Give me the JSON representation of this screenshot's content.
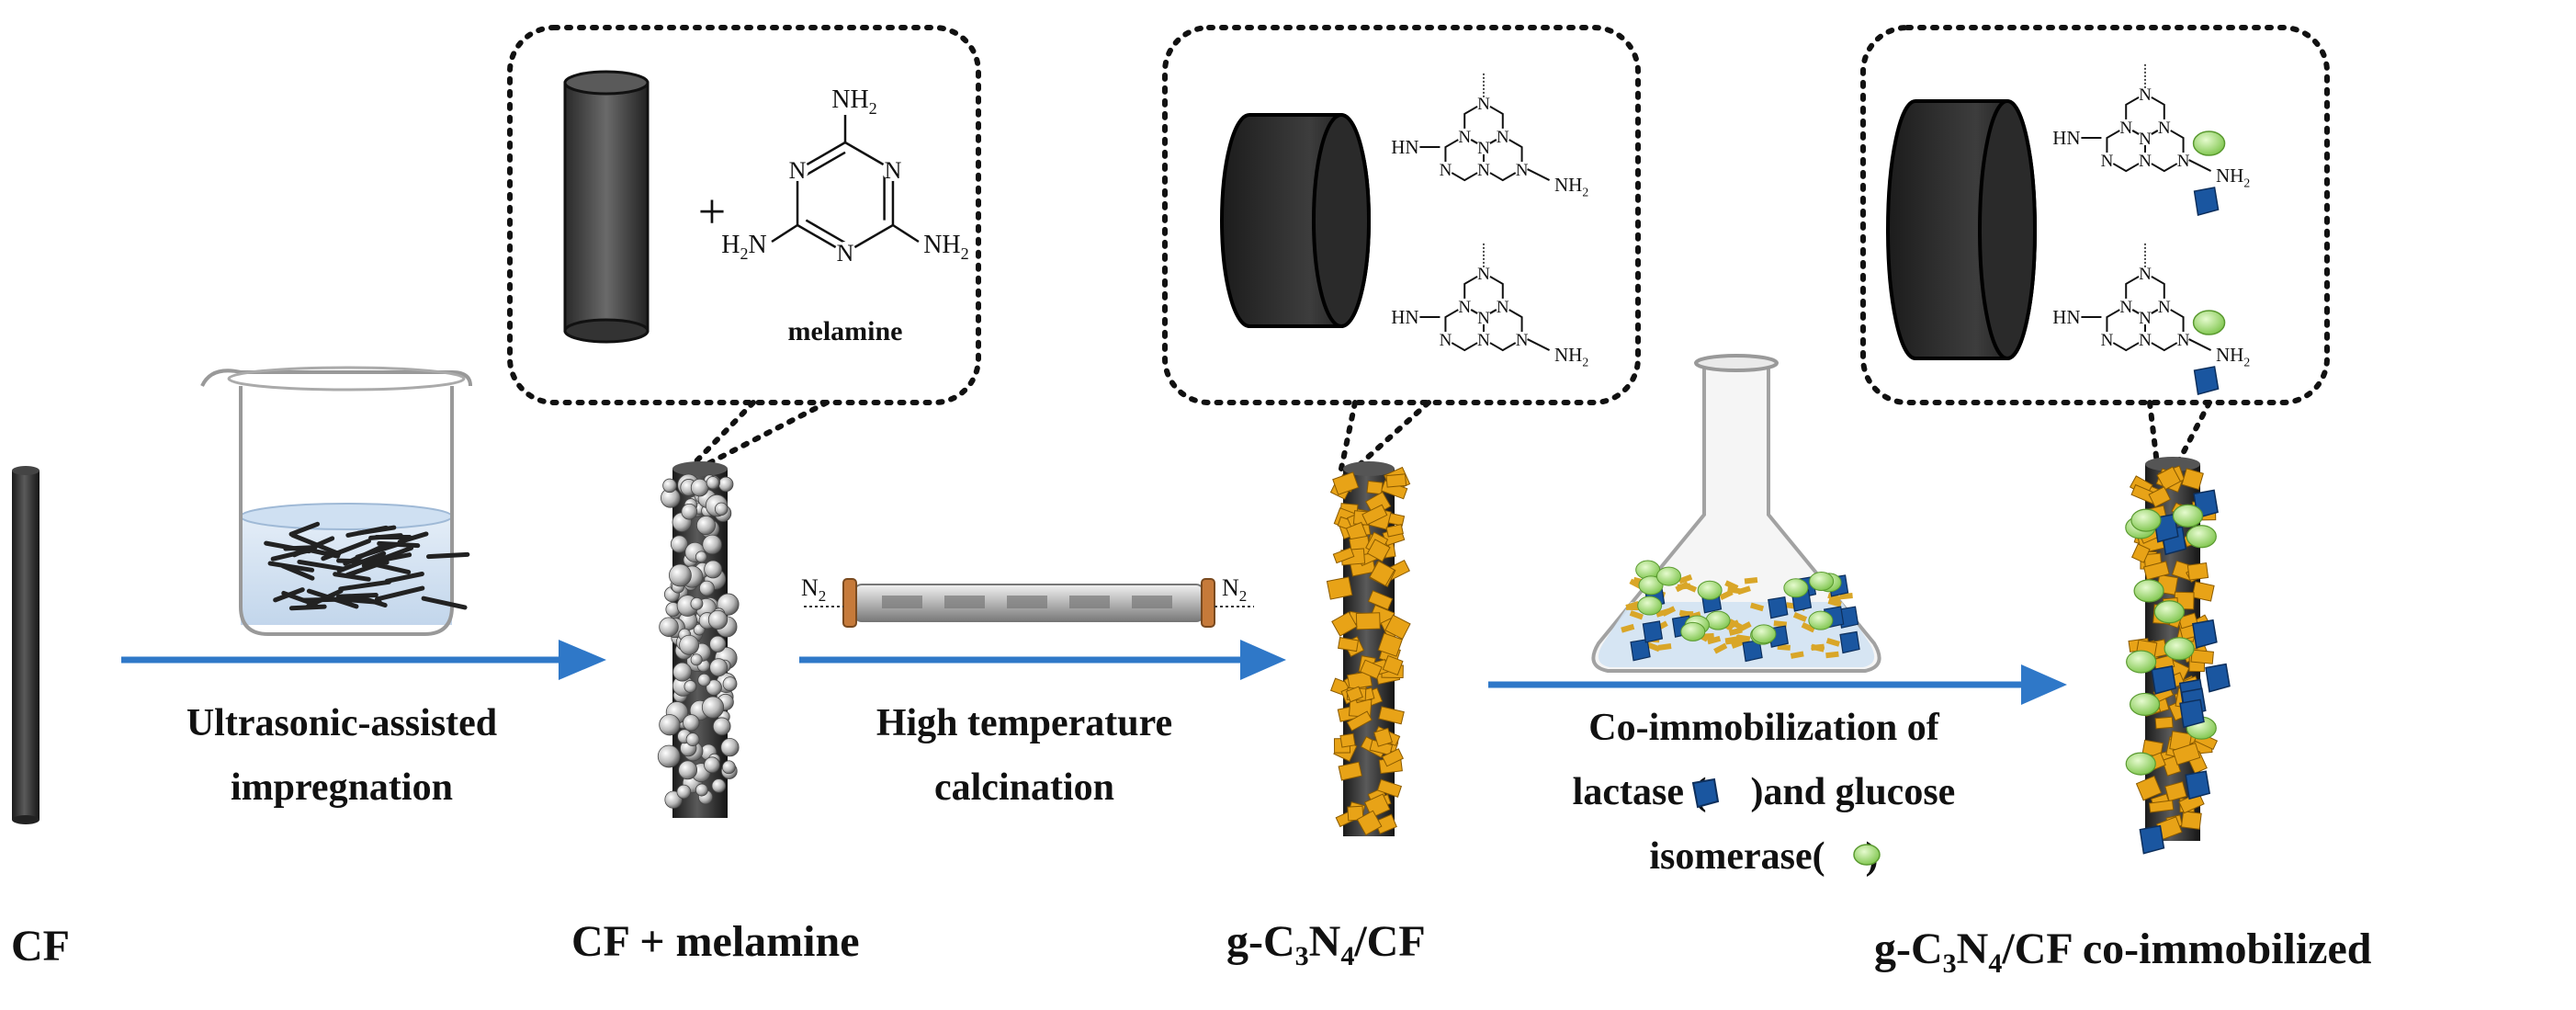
{
  "stages": {
    "cf": "CF",
    "cf_melamine": "CF + melamine",
    "gcn_prefix": "g-C",
    "gcn_sub3": "3",
    "gcn_n": "N",
    "gcn_sub4": "4",
    "gcn_suffix": "/CF",
    "gcn_coimm_suffix": "/CF co-immobilized"
  },
  "steps": {
    "step1_line1": "Ultrasonic-assisted",
    "step1_line2": "impregnation",
    "step2_line1": "High temperature",
    "step2_line2": "calcination",
    "step3_line1": "Co-immobilization of",
    "step3_line2a": "lactase (",
    "step3_line2b": ")and glucose",
    "step3_line3a": "isomerase(",
    "step3_line3b": ")"
  },
  "chemistry": {
    "plus": "+",
    "melamine_label": "melamine",
    "nh2": "NH",
    "h2n": "H",
    "two": "2",
    "n": "N",
    "hn": "HN",
    "n2": "N",
    "n2_sub": "2"
  },
  "colors": {
    "arrow": "#2f78c8",
    "rod": "#3a3a3a",
    "gcn_flake": "#e8a317",
    "lactase": "#1a56a0",
    "isomerase": "#9bd86a"
  }
}
